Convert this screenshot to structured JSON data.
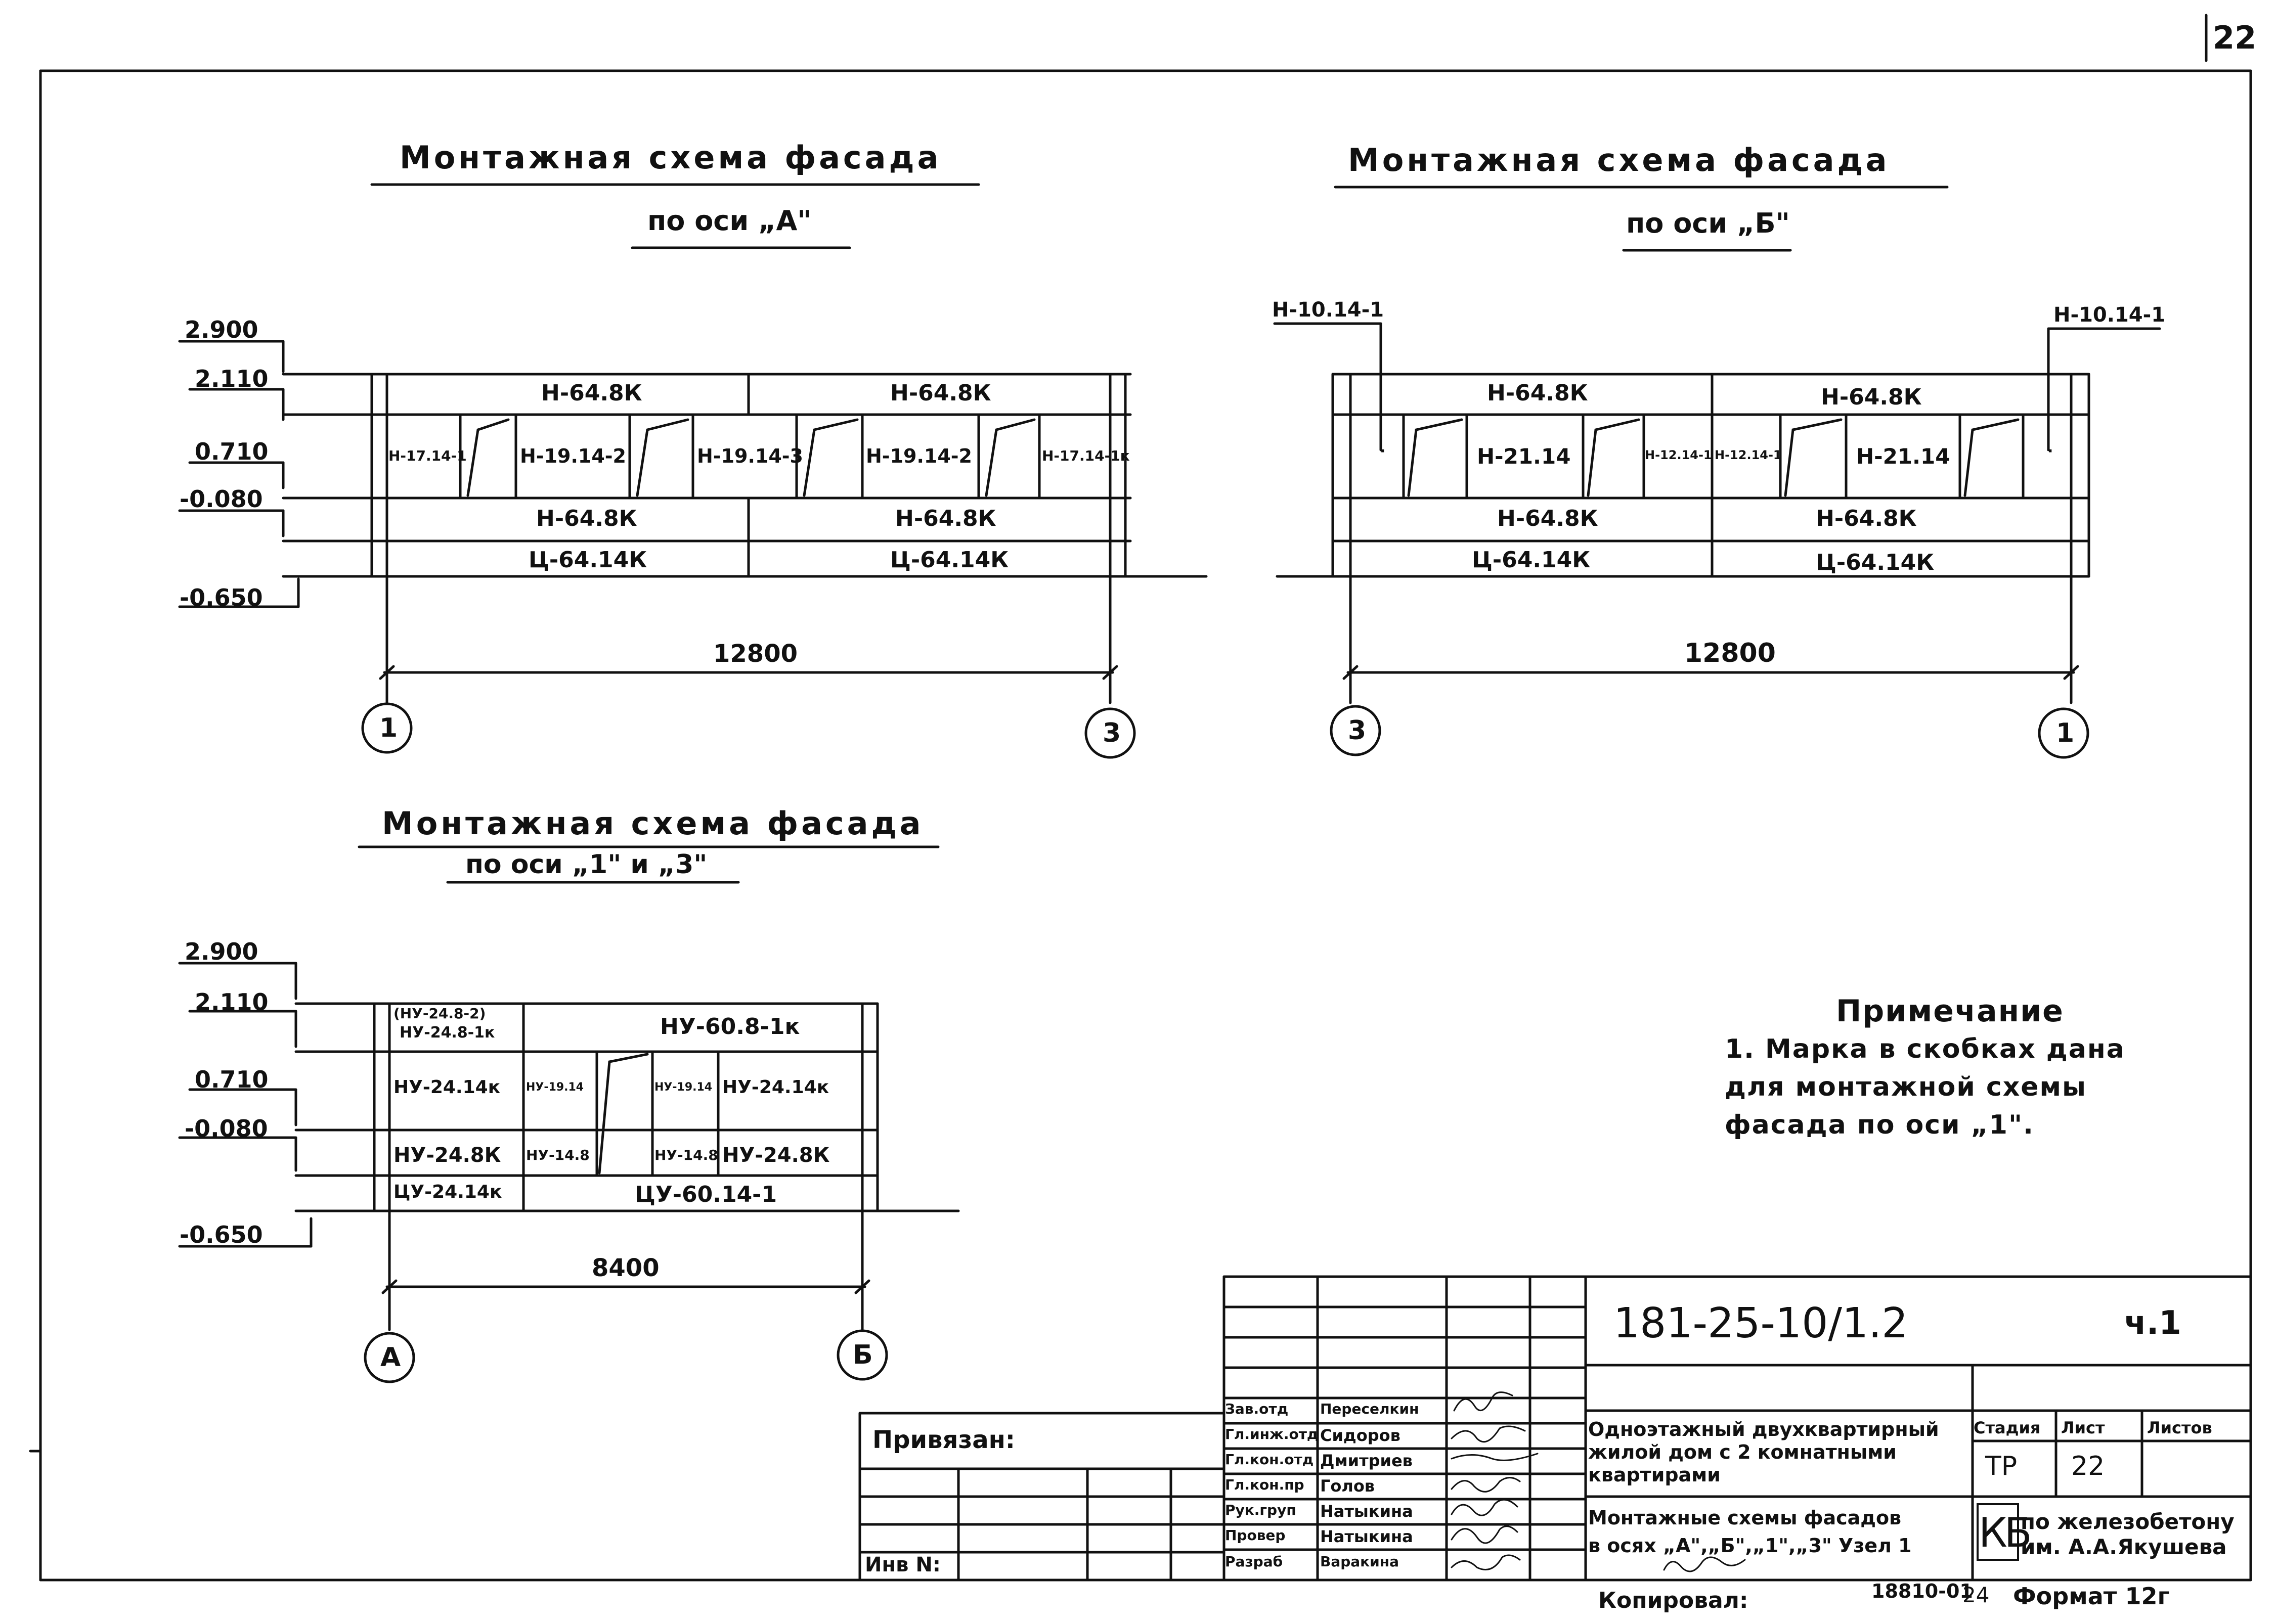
{
  "sheet": {
    "number": "22"
  },
  "fig_a": {
    "title": "Монтажная  схема  фасада",
    "subtitle": "по оси „А\"",
    "levels": [
      "2.900",
      "2.110",
      "0.710",
      "-0.080",
      "-0.650"
    ],
    "top_panels": [
      "Н-64.8К",
      "Н-64.8К"
    ],
    "mid_panels": [
      "Н-17.14-1",
      "Н-19.14-2",
      "Н-19.14-3",
      "Н-19.14-2",
      "Н-17.14-1к"
    ],
    "low_panels": [
      "Н-64.8К",
      "Н-64.8К"
    ],
    "base_panels": [
      "Ц-64.14К",
      "Ц-64.14К"
    ],
    "dimension": "12800",
    "axis_left": "1",
    "axis_right": "3"
  },
  "fig_b": {
    "title": "Монтажная  схема  фасада",
    "subtitle": "по оси „Б\"",
    "callout_left": "Н-10.14-1",
    "callout_right": "Н-10.14-1",
    "top_panels": [
      "Н-64.8К",
      "Н-64.8К"
    ],
    "mid_panels": [
      "Н-21.14",
      "Н-12.14-1",
      "Н-12.14-1",
      "Н-21.14"
    ],
    "low_panels": [
      "Н-64.8К",
      "Н-64.8К"
    ],
    "base_panels": [
      "Ц-64.14К",
      "Ц-64.14К"
    ],
    "dimension": "12800",
    "axis_left": "3",
    "axis_right": "1"
  },
  "fig_c": {
    "title": "Монтажная  схема  фасада",
    "subtitle": "по оси  „1\" и „3\"",
    "levels": [
      "2.900",
      "2.110",
      "0.710",
      "-0.080",
      "-0.650"
    ],
    "top_left_1": "(НУ-24.8-2)",
    "top_left_2": "НУ-24.8-1к",
    "top_right": "НУ-60.8-1к",
    "mid_panels": [
      "НУ-24.14к",
      "НУ-19.14",
      "НУ-19.14",
      "НУ-24.14к"
    ],
    "low_panels": [
      "НУ-24.8К",
      "НУ-14.8",
      "НУ-14.8",
      "НУ-24.8К"
    ],
    "base_panels": [
      "ЦУ-24.14к",
      "ЦУ-60.14-1"
    ],
    "dimension": "8400",
    "axis_left": "А",
    "axis_right": "Б"
  },
  "note": {
    "heading": "Примечание",
    "line1": "1. Марка в скобках дана",
    "line2": "для монтажной схемы",
    "line3": "фасада по оси „1\"."
  },
  "title_block": {
    "doc_code": "181-25-10/1.2",
    "part": "ч.1",
    "privyazan": "Привязан:",
    "inv": "Инв N:",
    "roles": [
      "Зав.отд",
      "Гл.инж.отд",
      "Гл.кон.отд",
      "Гл.кон.пр",
      "Рук.груп",
      "Провер",
      "Разраб"
    ],
    "names": [
      "Переселкин",
      "Сидоров",
      "Дмитриев",
      "Голов",
      "Натыкина",
      "Натыкина",
      "Варакина"
    ],
    "project_line1": "Одноэтажный двухквартирный",
    "project_line2": "жилой дом с 2 комнатными",
    "project_line3": "квартирами",
    "sheet_line1": "Монтажные схемы фасадов",
    "sheet_line2": "в осях „А\",„Б\",„1\",„3\" Узел 1",
    "stage_label": "Стадия",
    "sheet_label": "Лист",
    "sheets_label": "Листов",
    "stage_value": "ТР",
    "sheet_value": "22",
    "org_logo": "КБ",
    "org_line1": "по железобетону",
    "org_line2": "им. А.А.Якушева"
  },
  "footer": {
    "copied": "Копировал:",
    "order": "18810-01",
    "order_num": "24",
    "format": "Формат 12г"
  }
}
